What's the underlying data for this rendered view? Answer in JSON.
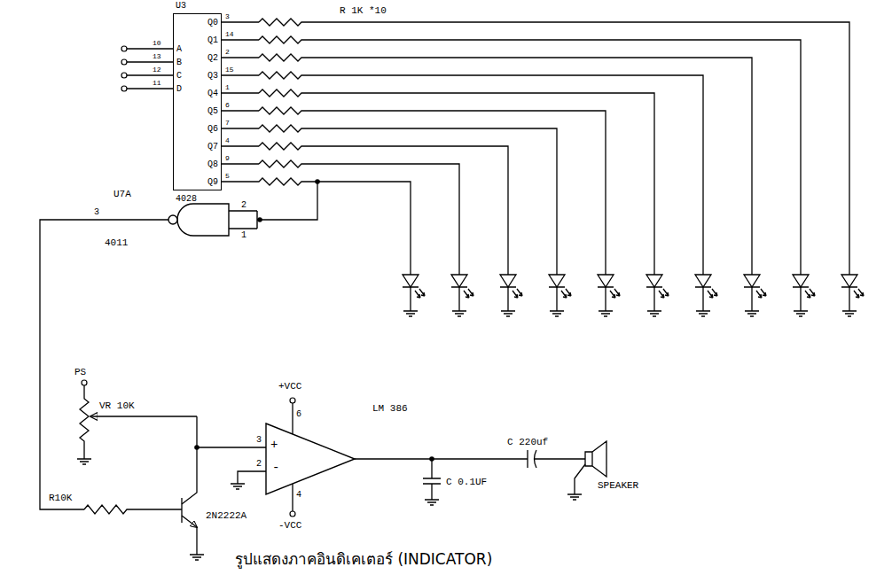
{
  "diagram": {
    "caption": "รูปแสดงภาคอินดิเคเตอร์ (INDICATOR)",
    "nodes": [
      {
        "text": [
          "U3",
          "A",
          "B",
          "C",
          "D",
          "Q0",
          "Q1",
          "Q2",
          "Q3",
          "Q4",
          "Q5",
          "Q6",
          "Q7",
          "Q8",
          "Q9",
          "4028"
        ]
      },
      {
        "text": [
          "U7A",
          "4011"
        ]
      },
      {
        "text": [
          "+",
          "-",
          "LM 386"
        ]
      }
    ],
    "edges": [
      {
        "from": 0,
        "to": 1,
        "arrow": "none"
      }
    ],
    "labels": [
      "R 1K *10",
      "10",
      "13",
      "12",
      "11",
      "3",
      "14",
      "2",
      "15",
      "1",
      "6",
      "7",
      "4",
      "9",
      "5",
      "3",
      "2",
      "1",
      "PS",
      "VR 10K",
      "+VCC",
      "6",
      "3",
      "2",
      "4",
      "-VCC",
      "C 220uf",
      "C 0.1UF",
      "SPEAKER",
      "R10K",
      "2N2222A"
    ]
  }
}
